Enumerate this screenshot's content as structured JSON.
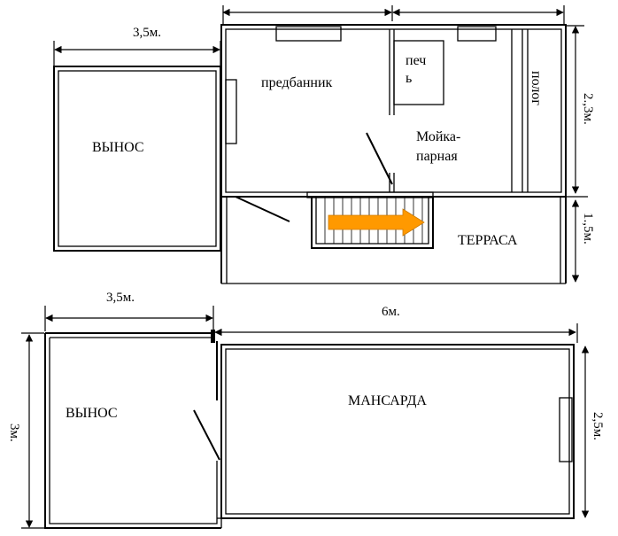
{
  "top_plan": {
    "rooms": {
      "vynos": "ВЫНОС",
      "predbannik": "предбанник",
      "pech_line1": "печ",
      "pech_line2": "ь",
      "moyka_line1": "Мойка-",
      "moyka_line2": "парная",
      "polog": "полог",
      "terrasa": "ТЕРРАСА"
    },
    "dimensions": {
      "vynos_width": "3,5м.",
      "right_upper": "2.,3м.",
      "right_lower": "1.,5м."
    }
  },
  "bottom_plan": {
    "rooms": {
      "vynos": "ВЫНОС",
      "mansarda": "МАНСАРДА"
    },
    "dimensions": {
      "vynos_width": "3,5м.",
      "total_width": "6м.",
      "left_height": "3м.",
      "right_height": "2,5м."
    }
  },
  "colors": {
    "line": "#000000",
    "arrow": "#FF9900",
    "background": "#FFFFFF"
  }
}
